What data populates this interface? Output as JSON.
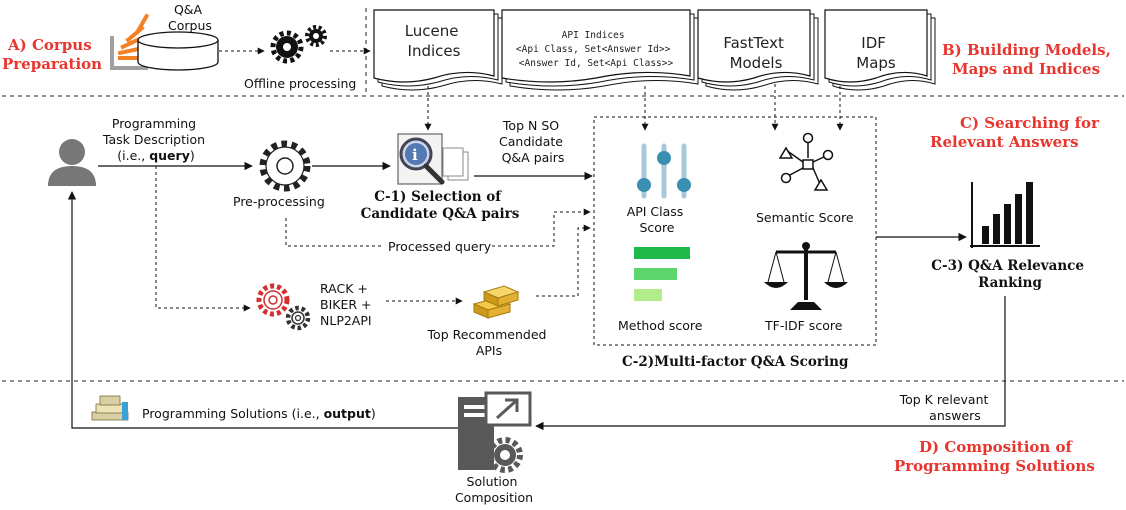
{
  "colors": {
    "section_title": "#e8352e",
    "method_bar_1": "#1fb84a",
    "method_bar_2": "#5ed46c",
    "method_bar_3": "#b2ec8b",
    "slider_accent": "#3a8fb2"
  },
  "icons": [
    "stackoverflow-icon",
    "database-icon",
    "gears-icon",
    "user-icon",
    "settings-gear-icon",
    "document-search-icon",
    "red-gears-icon",
    "gold-bars-icon",
    "sliders-icon",
    "graph-network-icon",
    "bar-chart-icon",
    "balance-scale-icon",
    "solution-composition-icon",
    "solutions-stack-icon"
  ],
  "sections": {
    "a": [
      "A) Corpus",
      "Preparation"
    ],
    "b": [
      "B) Building Models,",
      "Maps and Indices"
    ],
    "c": [
      "C) Searching for",
      "Relevant Answers"
    ],
    "d": [
      "D) Composition of",
      "Programming Solutions"
    ]
  },
  "corpus": [
    "Q&A",
    "Corpus"
  ],
  "offline": "Offline processing",
  "documents": {
    "lucene": [
      "Lucene",
      "Indices"
    ],
    "api": [
      "API Indices",
      "<Api Class, Set<Answer Id>>",
      "<Answer Id, Set<Api Class>>"
    ],
    "fasttext": [
      "FastText",
      "Models"
    ],
    "idf": [
      "IDF",
      "Maps"
    ]
  },
  "task": {
    "line1": "Programming",
    "line2": "Task Description",
    "line3_pre": "(i.e., ",
    "line3_bold": "query",
    "line3_post": ")"
  },
  "preprocessing": "Pre-processing",
  "c1": [
    "C-1) Selection of",
    "Candidate Q&A pairs"
  ],
  "top_n": [
    "Top N SO",
    "Candidate",
    "Q&A pairs"
  ],
  "processed_query": "Processed query",
  "rack": [
    "RACK +",
    "BIKER +",
    "NLP2API"
  ],
  "top_apis": [
    "Top Recommended",
    "APIs"
  ],
  "scores": {
    "api_class": [
      "API Class",
      "Score"
    ],
    "semantic": "Semantic Score",
    "method": "Method score",
    "tfidf": "TF-IDF score"
  },
  "c2": "C-2)Multi-factor Q&A Scoring",
  "c3": [
    "C-3) Q&A Relevance",
    "Ranking"
  ],
  "top_k": [
    "Top K relevant",
    "answers"
  ],
  "output": {
    "pre": "Programming Solutions (i.e., ",
    "bold": "output",
    "post": ")"
  },
  "solution": [
    "Solution",
    "Composition"
  ]
}
